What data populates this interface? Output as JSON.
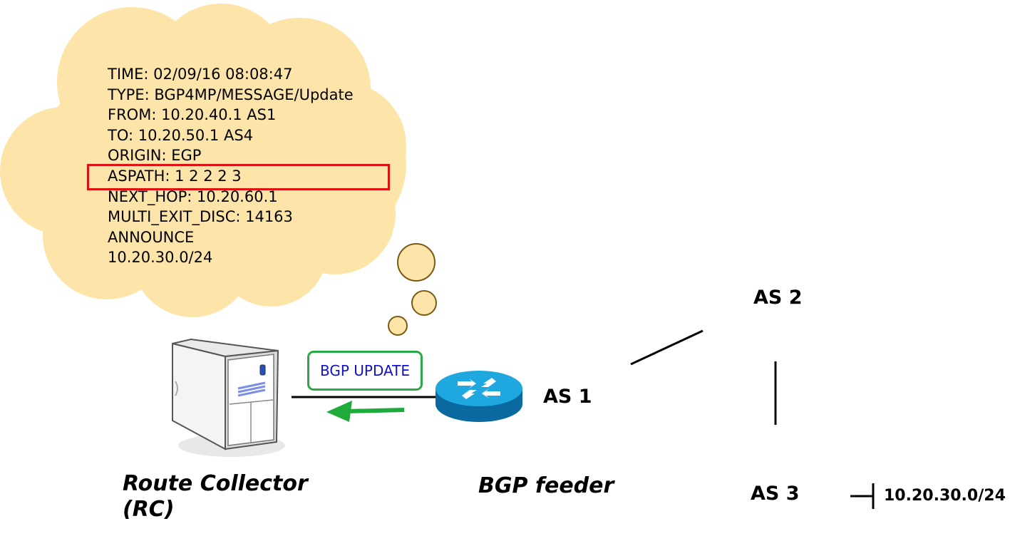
{
  "bgp_record": {
    "time": "TIME: 02/09/16 08:08:47",
    "type": "TYPE: BGP4MP/MESSAGE/Update",
    "from": "FROM: 10.20.40.1 AS1",
    "to": "TO: 10.20.50.1 AS4",
    "origin": "ORIGIN: EGP",
    "aspath": "ASPATH: 1 2 2 2 3",
    "next_hop": "NEXT_HOP: 10.20.60.1",
    "med": "MULTI_EXIT_DISC: 14163",
    "announce": "ANNOUNCE",
    "prefix": "10.20.30.0/24"
  },
  "message_label": "BGP UPDATE",
  "nodes": {
    "as1": "AS 1",
    "as2": "AS 2",
    "as3": "AS 3",
    "route_collector_line1": "Route Collector",
    "route_collector_line2": "(RC)",
    "bgp_feeder": "BGP feeder",
    "announced_prefix": "10.20.30.0/24"
  },
  "colors": {
    "cloud_fill": "#fde4a8",
    "highlight": "#e01010",
    "message_border": "#2aa84a",
    "message_text": "#1010d0",
    "arrow": "#1faa3c",
    "router": "#1fa8e0"
  },
  "icons": {
    "server": "server-icon",
    "router": "router-icon"
  }
}
